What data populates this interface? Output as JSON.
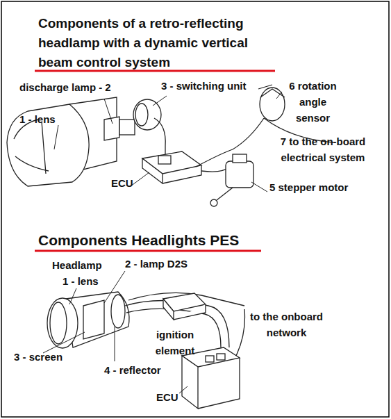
{
  "diagram": {
    "title": "Components of a retro-reflecting headlamp with a dynamic vertical beam control system",
    "labels": [
      "discharge lamp - 2",
      "3 - switching unit",
      "6 rotation angle sensor",
      "1 - lens",
      "7 to the on-board electrical system",
      "ECU",
      "5 stepper motor",
      "Components Headlights PES",
      "Headlamp",
      "1 - lens",
      "2 - lamp D2S",
      "ignition element",
      "to the onboard network",
      "3 - screen",
      "4 - reflector",
      "ECU"
    ]
  }
}
